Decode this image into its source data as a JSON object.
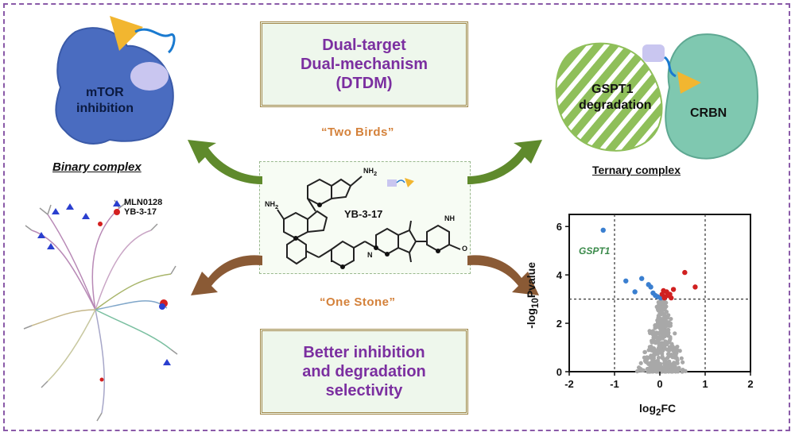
{
  "center_top_box": {
    "lines": [
      "Dual-target",
      "Dual-mechanism",
      "(DTDM)"
    ]
  },
  "center_bottom_box": {
    "lines": [
      "Better inhibition",
      "and degradation",
      "selectivity"
    ]
  },
  "two_birds": "“Two Birds”",
  "one_stone": "“One Stone”",
  "compound_name": "YB-3-17",
  "mol_labels": {
    "nh2_top": "NH",
    "nh2_left": "NH",
    "sub2": "2",
    "nh": "NH",
    "n": "N",
    "o": "O"
  },
  "binary": {
    "protein_label_1": "mTOR",
    "protein_label_2": "inhibition",
    "caption": "Binary complex"
  },
  "ternary": {
    "label_1": "GSPT1",
    "label_2": "degradation",
    "crbn": "CRBN",
    "caption": "Ternary complex"
  },
  "kinome_legend": [
    {
      "name": "MLN0128",
      "color": "#2a3fcf",
      "marker": "triangle"
    },
    {
      "name": "YB-3-17",
      "color": "#d42020",
      "marker": "circle"
    }
  ],
  "colors": {
    "arrow_green": "#5f8a2c",
    "arrow_brown": "#8a5a35",
    "box_text": "#7b2fa0",
    "accent_orange": "#d4813a"
  },
  "chart_data": {
    "type": "scatter",
    "xlabel_main": "log",
    "xlabel_sub": "2",
    "xlabel_tail": "FC",
    "ylabel_prefix": "-log",
    "ylabel_sub": "10",
    "ylabel_tail": "Pvalue",
    "xlim": [
      -2,
      2
    ],
    "ylim": [
      0,
      6.5
    ],
    "xticks": [
      "-2",
      "-1",
      "0",
      "1",
      "2"
    ],
    "yticks": [
      "0",
      "2",
      "4",
      "6"
    ],
    "thresholds": {
      "x": [
        -1,
        1
      ],
      "y": 3
    },
    "annotation": {
      "text": "GSPT1",
      "x": -1.32,
      "y": 5.2
    },
    "series": [
      {
        "color": "#3a7fd0",
        "points": [
          [
            -1.25,
            5.85
          ],
          [
            -0.75,
            3.75
          ],
          [
            -0.4,
            3.85
          ],
          [
            -0.25,
            3.6
          ],
          [
            -0.55,
            3.3
          ],
          [
            -0.15,
            3.25
          ],
          [
            -0.1,
            3.15
          ],
          [
            -0.05,
            3.1
          ],
          [
            0.02,
            3.05
          ],
          [
            -0.2,
            3.5
          ]
        ]
      },
      {
        "color": "#d02020",
        "points": [
          [
            0.78,
            3.5
          ],
          [
            0.55,
            4.1
          ],
          [
            0.3,
            3.4
          ],
          [
            0.22,
            3.2
          ],
          [
            0.15,
            3.3
          ],
          [
            0.12,
            3.1
          ],
          [
            0.08,
            3.35
          ],
          [
            0.1,
            3.05
          ],
          [
            0.18,
            3.15
          ],
          [
            0.05,
            3.2
          ],
          [
            0.25,
            3.05
          ]
        ]
      }
    ]
  }
}
